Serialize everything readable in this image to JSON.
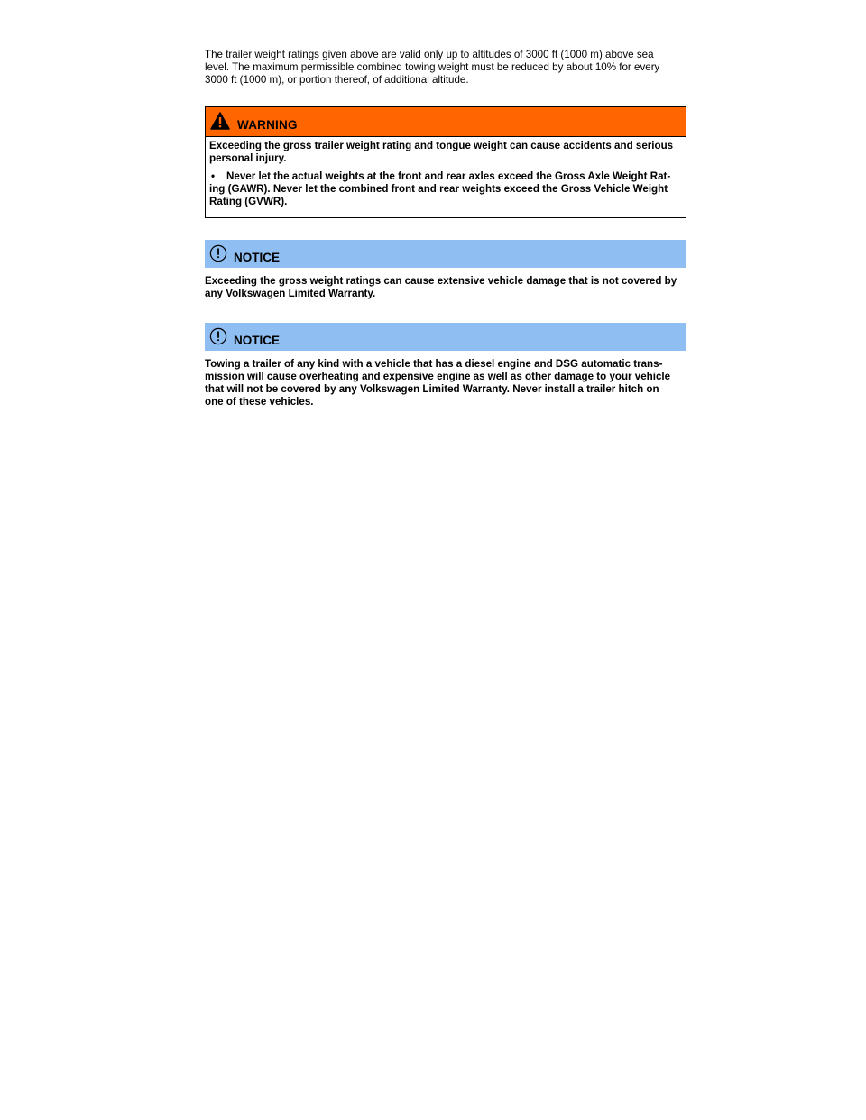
{
  "intro": {
    "lines": [
      "The trailer weight ratings given above are valid only up to altitudes of 3000 ft (1000 m) above sea",
      "level. The maximum permissible combined towing weight must be reduced by about 10% for every",
      "3000 ft (1000 m), or portion thereof, of additional altitude."
    ]
  },
  "warning": {
    "title": "WARNING",
    "icon": "warning-triangle-icon",
    "lines": [
      "Exceeding the gross trailer weight rating and tongue weight can cause accidents and serious",
      "personal injury."
    ],
    "bullet": {
      "symbol": "•",
      "lines": [
        "Never let the actual weights at the front and rear axles exceed the Gross Axle Weight Rat-",
        "ing (GAWR). Never let the combined front and rear weights exceed the Gross Vehicle Weight",
        "Rating (GVWR)."
      ]
    }
  },
  "notices": [
    {
      "title": "NOTICE",
      "icon": "exclamation-circle-icon",
      "lines": [
        "Exceeding the gross weight ratings can cause extensive vehicle damage that is not covered by",
        "any Volkswagen Limited Warranty."
      ]
    },
    {
      "title": "NOTICE",
      "icon": "exclamation-circle-icon",
      "lines": [
        "Towing a trailer of any kind with a vehicle that has a diesel engine and DSG automatic trans-",
        "mission will cause overheating and expensive engine as well as other damage to your vehicle",
        "that will not be covered by any Volkswagen Limited Warranty. Never install a trailer hitch on",
        "one of these vehicles."
      ]
    }
  ],
  "colors": {
    "warning_header": "#ff6600",
    "notice_header": "#8fbff2"
  }
}
